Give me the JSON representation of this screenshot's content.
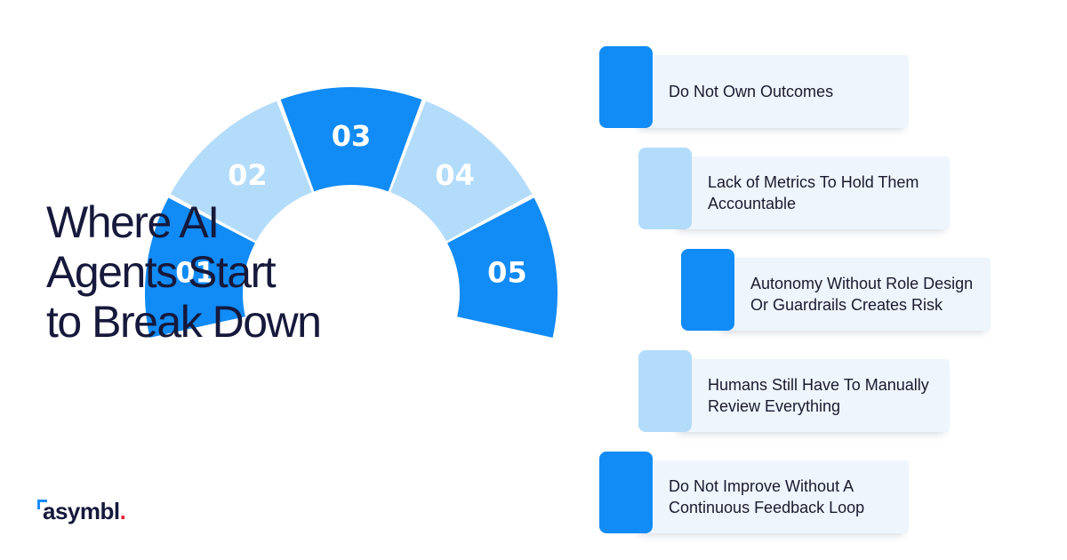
{
  "title": [
    "Where AI",
    "Agents Start",
    "to Break Down"
  ],
  "logo": {
    "word": "asymbl",
    "dot": "."
  },
  "colors": {
    "dark_segment": "#118bf5",
    "light_segment": "#b3dcfb",
    "card_bg": "#eef5fd",
    "title": "#16193b"
  },
  "segments": [
    {
      "label": "01",
      "tone": "dark"
    },
    {
      "label": "02",
      "tone": "light"
    },
    {
      "label": "03",
      "tone": "dark"
    },
    {
      "label": "04",
      "tone": "light"
    },
    {
      "label": "05",
      "tone": "dark"
    }
  ],
  "items": [
    {
      "text": "Do Not Own Outcomes",
      "tone": "dark"
    },
    {
      "text": "Lack of Metrics To Hold Them Accountable",
      "tone": "light"
    },
    {
      "text": "Autonomy Without Role Design Or Guardrails Creates Risk",
      "tone": "dark"
    },
    {
      "text": "Humans Still Have To Manually Review Everything",
      "tone": "light"
    },
    {
      "text": "Do Not Improve Without A Continuous Feedback Loop",
      "tone": "dark"
    }
  ]
}
